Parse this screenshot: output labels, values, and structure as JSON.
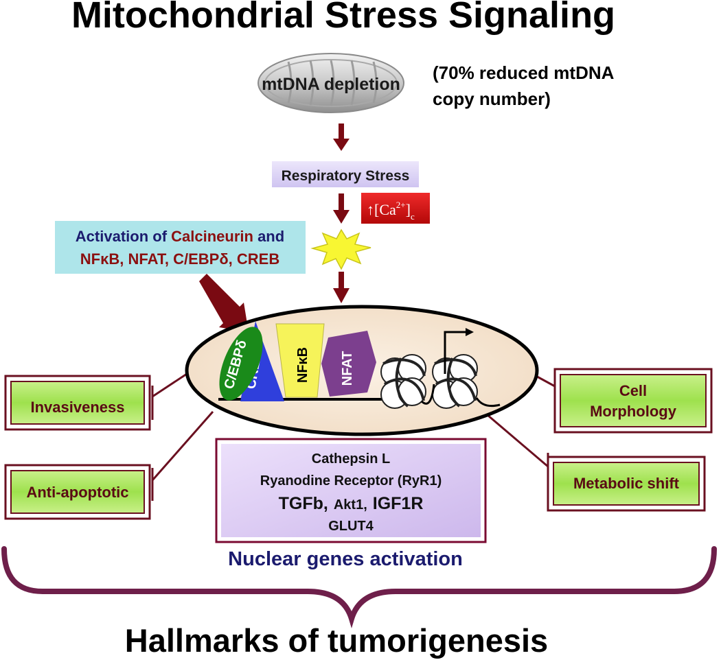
{
  "title": "Mitochondrial Stress Signaling",
  "mito_label": "mtDNA depletion",
  "mtdna_note": {
    "line1": "(70% reduced mtDNA",
    "line2": "copy number)"
  },
  "respiratory_stress": "Respiratory Stress",
  "calcium_badge": {
    "arrow": "↑",
    "main": "[Ca",
    "sup": "2+",
    "close": "]",
    "sub": "c"
  },
  "activation_box": {
    "line1_prefix": "Activation of ",
    "line1_highlight": "Calcineurin",
    "line1_suffix": " and",
    "line2": "NFκB, NFAT, C/EBPδ, CREB"
  },
  "factors": {
    "cebp": "C/EBPδ",
    "creb": "CREB",
    "nfkb": "NFκB",
    "nfat": "NFAT"
  },
  "effects": {
    "invasiveness": "Invasiveness",
    "anti_apoptotic": "Anti-apoptotic",
    "cell_morphology_1": "Cell",
    "cell_morphology_2": "Morphology",
    "metabolic_shift": "Metabolic shift"
  },
  "genes": {
    "line1": "Cathepsin L",
    "line2": "Ryanodine Receptor (RyR1)",
    "line3a": "TGFb,",
    "line3b": "Akt1,",
    "line3c": "IGF1R",
    "line4": "GLUT4"
  },
  "nuclear_label": "Nuclear genes activation",
  "bottom_label": "Hallmarks of tumorigenesis",
  "colors": {
    "maroon": "#7a0a12",
    "brace": "#6e1f4a",
    "navy": "#1b1b6e",
    "green_box": "#a6e35a",
    "lavender": "#d9c8f0",
    "cyan_box": "#aee5ea",
    "nucleus": "#f6e6d2",
    "cebp_green": "#1a8a1a",
    "creb_blue": "#2f3fdc",
    "nfkb_yellow": "#f6f35a",
    "nfat_purple": "#7c3f8e",
    "red_badge": "#d41010"
  }
}
